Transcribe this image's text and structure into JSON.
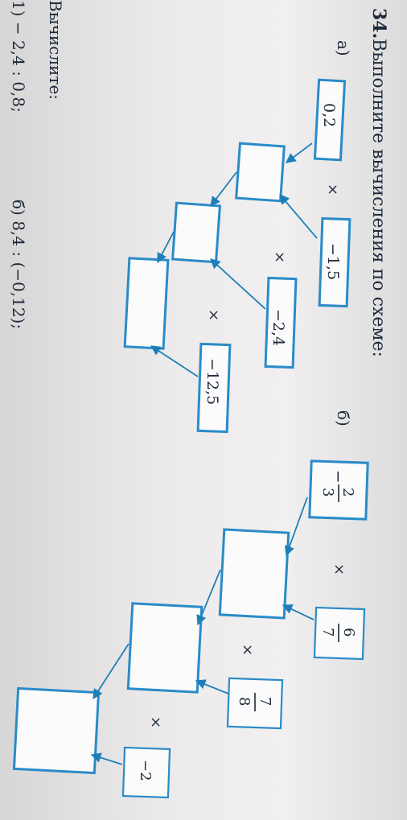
{
  "task": {
    "number": "34.",
    "instruction": "Выполните вычисления по схеме:"
  },
  "part_a": {
    "label": "а)",
    "inputs": [
      "0,2",
      "−1,5",
      "−2,4",
      "−12,5"
    ],
    "operator": "×"
  },
  "part_b": {
    "label": "б)",
    "inputs": [
      {
        "sign": "−",
        "numerator": "2",
        "denominator": "3"
      },
      {
        "sign": "",
        "numerator": "6",
        "denominator": "7"
      },
      {
        "sign": "",
        "numerator": "7",
        "denominator": "8"
      },
      {
        "sign": "",
        "numerator": "",
        "denominator": "",
        "value": "−2"
      }
    ],
    "operator": "×"
  },
  "next_task": {
    "heading": "Вычислите:",
    "item_1": "1) − 2,4 : 0,8;",
    "item_2": "б) 8,4 : (−0,12);"
  },
  "colors": {
    "accent": "#2a8bc8",
    "ink": "#1e2a3a"
  }
}
